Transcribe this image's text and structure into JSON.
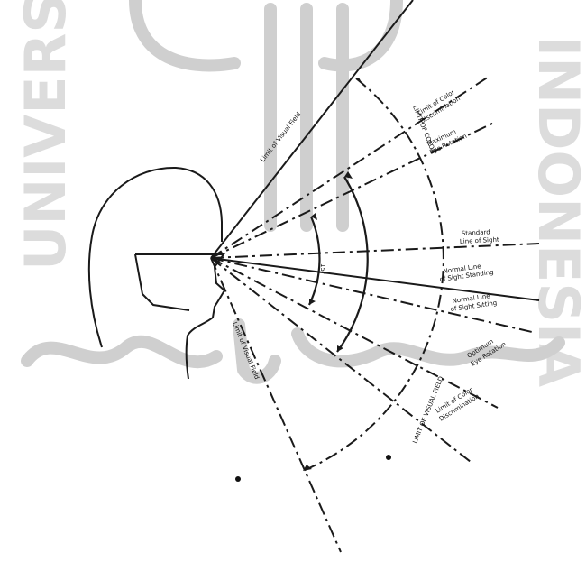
{
  "watermark": {
    "left_text": "UNIVERSITAS",
    "right_text": "INDONESIA"
  },
  "labels": {
    "visual_field_top": "Limit of Visual Field",
    "visual_field_bottom": "Limit of Visual Field",
    "color_upper": [
      "Limit of Color",
      "Discrimination"
    ],
    "eye_rotation_upper": [
      "Maximum",
      "Eye Rotation"
    ],
    "standard_sight": [
      "Standard",
      "Line of Sight"
    ],
    "normal_sight_standing": [
      "Normal Line",
      "of Sight Standing"
    ],
    "normal_sight_sitting": [
      "Normal Line",
      "of Sight Sitting"
    ],
    "eye_rotation_lower": [
      "Optimum",
      "Eye Rotation"
    ],
    "color_lower": [
      "Limit of Color",
      "Discrimination"
    ],
    "upper_arc": "LIMIT OF COLOR",
    "lower_arc": "LIMIT OF VISUAL FIELD",
    "arc_angle": "15°"
  }
}
